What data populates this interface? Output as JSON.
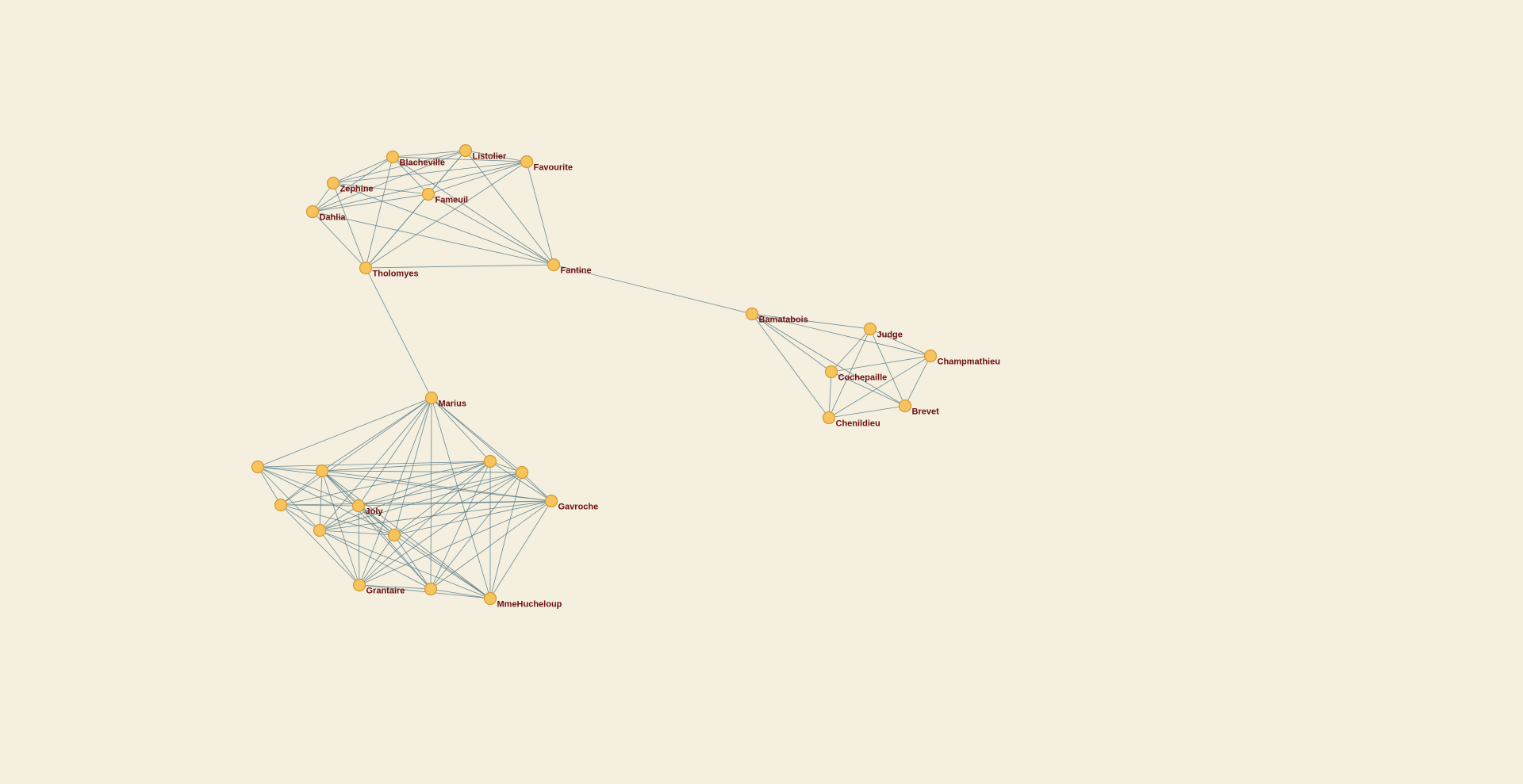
{
  "graph": {
    "colors": {
      "background": "#f4efdf",
      "node_fill": "#f6c35c",
      "node_stroke": "#d49a2e",
      "edge": "#5d7f8c",
      "label": "#6b0f0f"
    },
    "nodes": [
      {
        "id": "Listolier",
        "label": "Listolier"
      },
      {
        "id": "Blacheville",
        "label": "Blacheville"
      },
      {
        "id": "Favourite",
        "label": "Favourite"
      },
      {
        "id": "Zephine",
        "label": "Zephine"
      },
      {
        "id": "Fameuil",
        "label": "Fameuil"
      },
      {
        "id": "Dahlia",
        "label": "Dahlia"
      },
      {
        "id": "Tholomyes",
        "label": "Tholomyes"
      },
      {
        "id": "Fantine",
        "label": "Fantine"
      },
      {
        "id": "Bamatabois",
        "label": "Bamatabois"
      },
      {
        "id": "Judge",
        "label": "Judge"
      },
      {
        "id": "Champmathieu",
        "label": "Champmathieu"
      },
      {
        "id": "Cochepaille",
        "label": "Cochepaille"
      },
      {
        "id": "Brevet",
        "label": "Brevet"
      },
      {
        "id": "Chenildieu",
        "label": "Chenildieu"
      },
      {
        "id": "Marius",
        "label": "Marius"
      },
      {
        "id": "L1",
        "label": ""
      },
      {
        "id": "L2",
        "label": ""
      },
      {
        "id": "L3",
        "label": ""
      },
      {
        "id": "L4",
        "label": ""
      },
      {
        "id": "L5",
        "label": ""
      },
      {
        "id": "L6",
        "label": ""
      },
      {
        "id": "L7",
        "label": ""
      },
      {
        "id": "L8",
        "label": ""
      },
      {
        "id": "Gavroche",
        "label": "Gavroche"
      },
      {
        "id": "Joly",
        "label": "Joly"
      },
      {
        "id": "Grantaire",
        "label": "Grantaire"
      },
      {
        "id": "MmeHucheloup",
        "label": "MmeHucheloup"
      }
    ],
    "edges": [
      [
        "Listolier",
        "Blacheville"
      ],
      [
        "Listolier",
        "Favourite"
      ],
      [
        "Listolier",
        "Zephine"
      ],
      [
        "Listolier",
        "Fameuil"
      ],
      [
        "Listolier",
        "Dahlia"
      ],
      [
        "Listolier",
        "Tholomyes"
      ],
      [
        "Listolier",
        "Fantine"
      ],
      [
        "Blacheville",
        "Favourite"
      ],
      [
        "Blacheville",
        "Zephine"
      ],
      [
        "Blacheville",
        "Fameuil"
      ],
      [
        "Blacheville",
        "Dahlia"
      ],
      [
        "Blacheville",
        "Tholomyes"
      ],
      [
        "Blacheville",
        "Fantine"
      ],
      [
        "Favourite",
        "Zephine"
      ],
      [
        "Favourite",
        "Fameuil"
      ],
      [
        "Favourite",
        "Dahlia"
      ],
      [
        "Favourite",
        "Tholomyes"
      ],
      [
        "Favourite",
        "Fantine"
      ],
      [
        "Zephine",
        "Fameuil"
      ],
      [
        "Zephine",
        "Dahlia"
      ],
      [
        "Zephine",
        "Tholomyes"
      ],
      [
        "Zephine",
        "Fantine"
      ],
      [
        "Fameuil",
        "Dahlia"
      ],
      [
        "Fameuil",
        "Tholomyes"
      ],
      [
        "Fameuil",
        "Fantine"
      ],
      [
        "Dahlia",
        "Tholomyes"
      ],
      [
        "Dahlia",
        "Fantine"
      ],
      [
        "Tholomyes",
        "Fantine"
      ],
      [
        "Tholomyes",
        "Marius"
      ],
      [
        "Fantine",
        "Bamatabois"
      ],
      [
        "Bamatabois",
        "Judge"
      ],
      [
        "Bamatabois",
        "Champmathieu"
      ],
      [
        "Bamatabois",
        "Cochepaille"
      ],
      [
        "Bamatabois",
        "Brevet"
      ],
      [
        "Bamatabois",
        "Chenildieu"
      ],
      [
        "Judge",
        "Champmathieu"
      ],
      [
        "Judge",
        "Cochepaille"
      ],
      [
        "Judge",
        "Brevet"
      ],
      [
        "Judge",
        "Chenildieu"
      ],
      [
        "Champmathieu",
        "Cochepaille"
      ],
      [
        "Champmathieu",
        "Brevet"
      ],
      [
        "Champmathieu",
        "Chenildieu"
      ],
      [
        "Cochepaille",
        "Brevet"
      ],
      [
        "Cochepaille",
        "Chenildieu"
      ],
      [
        "Brevet",
        "Chenildieu"
      ],
      [
        "Marius",
        "L1"
      ],
      [
        "Marius",
        "L2"
      ],
      [
        "Marius",
        "L3"
      ],
      [
        "Marius",
        "L4"
      ],
      [
        "Marius",
        "L5"
      ],
      [
        "Marius",
        "L6"
      ],
      [
        "Marius",
        "L7"
      ],
      [
        "Marius",
        "L8"
      ],
      [
        "Marius",
        "Gavroche"
      ],
      [
        "Marius",
        "Joly"
      ],
      [
        "Marius",
        "Grantaire"
      ],
      [
        "Marius",
        "MmeHucheloup"
      ],
      [
        "L1",
        "L2"
      ],
      [
        "L1",
        "L3"
      ],
      [
        "L1",
        "L4"
      ],
      [
        "L1",
        "L5"
      ],
      [
        "L1",
        "L6"
      ],
      [
        "L1",
        "Gavroche"
      ],
      [
        "L1",
        "Joly"
      ],
      [
        "L2",
        "L3"
      ],
      [
        "L2",
        "L4"
      ],
      [
        "L2",
        "L5"
      ],
      [
        "L2",
        "L6"
      ],
      [
        "L2",
        "L7"
      ],
      [
        "L2",
        "L8"
      ],
      [
        "L2",
        "Gavroche"
      ],
      [
        "L2",
        "Joly"
      ],
      [
        "L2",
        "Grantaire"
      ],
      [
        "L2",
        "MmeHucheloup"
      ],
      [
        "L3",
        "L4"
      ],
      [
        "L3",
        "L5"
      ],
      [
        "L3",
        "L6"
      ],
      [
        "L3",
        "Gavroche"
      ],
      [
        "L3",
        "Joly"
      ],
      [
        "L3",
        "Grantaire"
      ],
      [
        "L4",
        "L5"
      ],
      [
        "L4",
        "L6"
      ],
      [
        "L4",
        "L7"
      ],
      [
        "L4",
        "L8"
      ],
      [
        "L4",
        "Gavroche"
      ],
      [
        "L4",
        "Joly"
      ],
      [
        "L4",
        "Grantaire"
      ],
      [
        "L4",
        "MmeHucheloup"
      ],
      [
        "L5",
        "L6"
      ],
      [
        "L5",
        "L7"
      ],
      [
        "L5",
        "L8"
      ],
      [
        "L5",
        "Gavroche"
      ],
      [
        "L5",
        "Joly"
      ],
      [
        "L5",
        "Grantaire"
      ],
      [
        "L5",
        "MmeHucheloup"
      ],
      [
        "L6",
        "L7"
      ],
      [
        "L6",
        "L8"
      ],
      [
        "L6",
        "Gavroche"
      ],
      [
        "L6",
        "Joly"
      ],
      [
        "L6",
        "Grantaire"
      ],
      [
        "L6",
        "MmeHucheloup"
      ],
      [
        "L7",
        "L8"
      ],
      [
        "L7",
        "Gavroche"
      ],
      [
        "L7",
        "Joly"
      ],
      [
        "L7",
        "Grantaire"
      ],
      [
        "L7",
        "MmeHucheloup"
      ],
      [
        "L8",
        "Gavroche"
      ],
      [
        "L8",
        "Joly"
      ],
      [
        "L8",
        "Grantaire"
      ],
      [
        "L8",
        "MmeHucheloup"
      ],
      [
        "Gavroche",
        "Joly"
      ],
      [
        "Gavroche",
        "Grantaire"
      ],
      [
        "Gavroche",
        "MmeHucheloup"
      ],
      [
        "Joly",
        "Grantaire"
      ],
      [
        "Joly",
        "MmeHucheloup"
      ],
      [
        "Grantaire",
        "MmeHucheloup"
      ]
    ]
  }
}
